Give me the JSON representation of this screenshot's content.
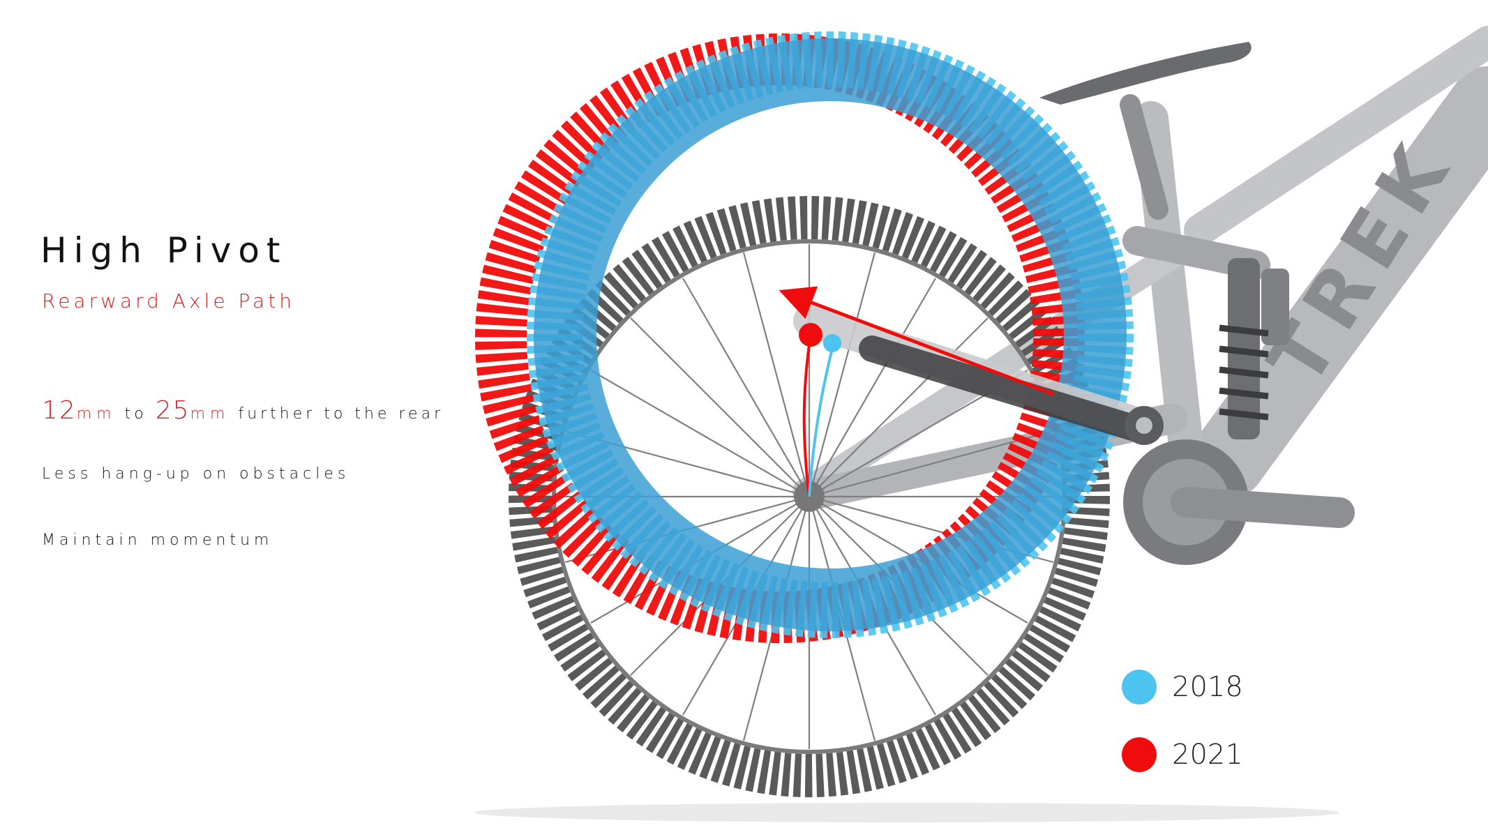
{
  "text": {
    "title": "High Pivot",
    "subtitle": "Rearward Axle Path",
    "point1": {
      "num_a": "12",
      "unit_a": "mm",
      "mid": " to ",
      "num_b": "25",
      "unit_b": "mm",
      "rest": " further to the rear"
    },
    "point2": "Less hang-up on obstacles",
    "point3": "Maintain momentum"
  },
  "legend": [
    {
      "label": "2018",
      "color": "#4dc3ef"
    },
    {
      "label": "2021",
      "color": "#f00c0c"
    }
  ],
  "colors": {
    "red": "#f00c0c",
    "blue": "#4dc3ef",
    "text_red": "#d61f1f",
    "frame": "#b8b9bc",
    "tire": "#5a5a5a"
  },
  "brand_text": "TREK"
}
